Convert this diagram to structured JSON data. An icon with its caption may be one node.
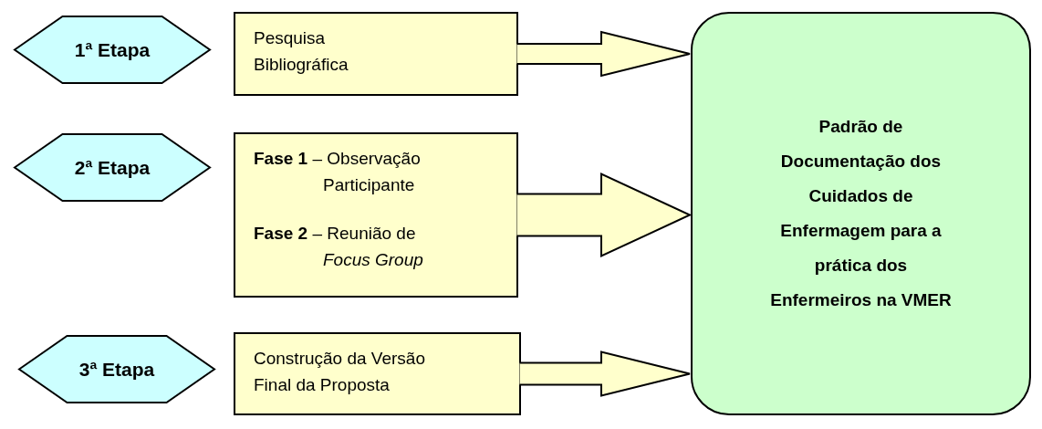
{
  "diagram": {
    "nodes": [
      {
        "text": [
          "1ª Etapa"
        ]
      },
      {
        "text": [
          "Pesquisa Bibliográfica"
        ]
      },
      {
        "text": [
          "2ª Etapa"
        ]
      },
      {
        "text": [
          "**Fase 1** – Observação Participante",
          "**Fase 2** – Reunião de *Focus Group*"
        ]
      },
      {
        "text": [
          "3ª Etapa"
        ]
      },
      {
        "text": [
          "Construção da Versão Final da Proposta"
        ]
      },
      {
        "text": [
          "Padrão de Documentação dos Cuidados de Enfermagem para a prática dos Enfermeiros na VMER"
        ]
      }
    ],
    "edges": [
      {
        "from": 1,
        "to": 6,
        "arrow": "to",
        "style": "thick"
      },
      {
        "from": 3,
        "to": 6,
        "arrow": "to",
        "style": "thick"
      },
      {
        "from": 5,
        "to": 6,
        "arrow": "to",
        "style": "thick"
      }
    ]
  }
}
